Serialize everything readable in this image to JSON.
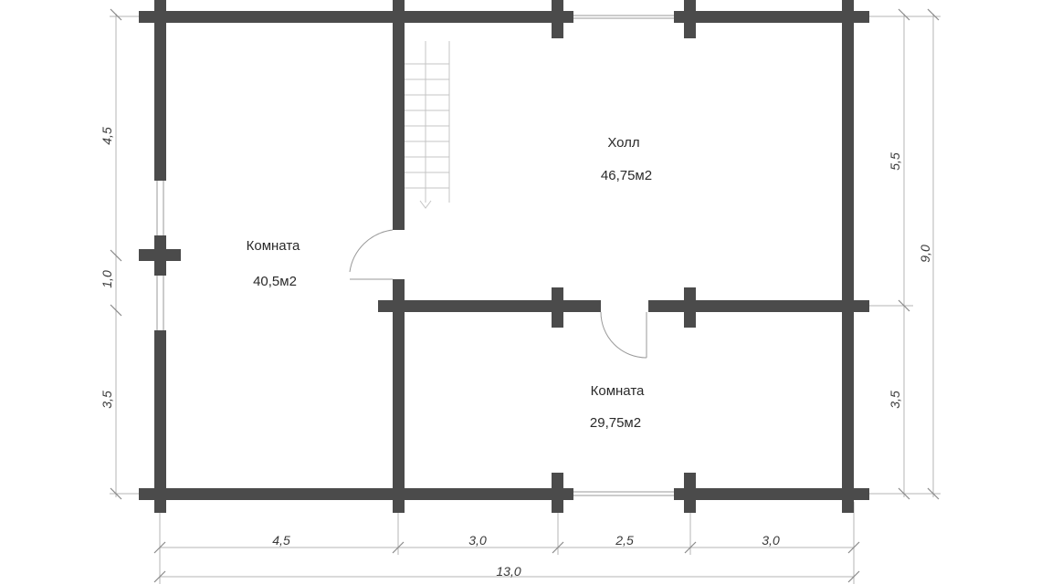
{
  "rooms": [
    {
      "name": "Холл",
      "area": "46,75м2"
    },
    {
      "name": "Комната",
      "area": "40,5м2"
    },
    {
      "name": "Комната",
      "area": "29,75м2"
    }
  ],
  "dimensions": {
    "bottom": [
      "4,5",
      "3,0",
      "2,5",
      "3,0"
    ],
    "overall_width": "13,0",
    "left": [
      "4,5",
      "1,0",
      "3,5"
    ],
    "right": [
      "5,5",
      "3,5"
    ],
    "overall_height": "9,0"
  },
  "colors": {
    "wall": "#4b4b4b",
    "dimension": "#b5b5b5"
  }
}
